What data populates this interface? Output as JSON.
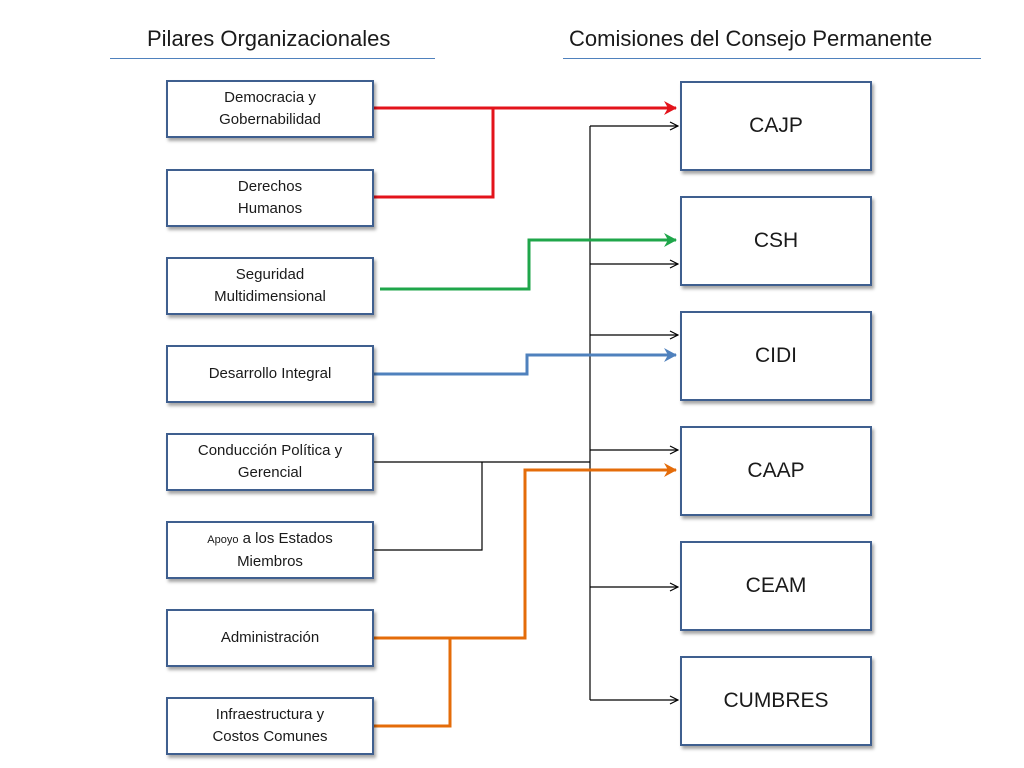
{
  "headings": {
    "pillars": "Pilares Organizacionales",
    "commissions": "Comisiones del Consejo Permanente"
  },
  "pillars": [
    {
      "line1": "Democracia y",
      "line2": "Gobernabilidad"
    },
    {
      "line1": "Derechos",
      "line2": "Humanos"
    },
    {
      "line1": "Seguridad",
      "line2": "Multidimensional"
    },
    {
      "line1": "Desarrollo Integral",
      "line2": ""
    },
    {
      "line1": "Conducción Política y",
      "line2": "Gerencial"
    },
    {
      "line1_small": "Apoyo",
      "line1": " a los Estados",
      "line2": "Miembros"
    },
    {
      "line1": "Administración",
      "line2": ""
    },
    {
      "line1": "Infraestructura y",
      "line2": "Costos Comunes"
    }
  ],
  "commissions": [
    "CAJP",
    "CSH",
    "CIDI",
    "CAAP",
    "CEAM",
    "CUMBRES"
  ],
  "colors": {
    "red": "#e3131b",
    "green": "#1fa64a",
    "blue": "#4f81bd",
    "orange": "#e46c0a",
    "black": "#000000",
    "box_border": "#3f5f8f"
  }
}
